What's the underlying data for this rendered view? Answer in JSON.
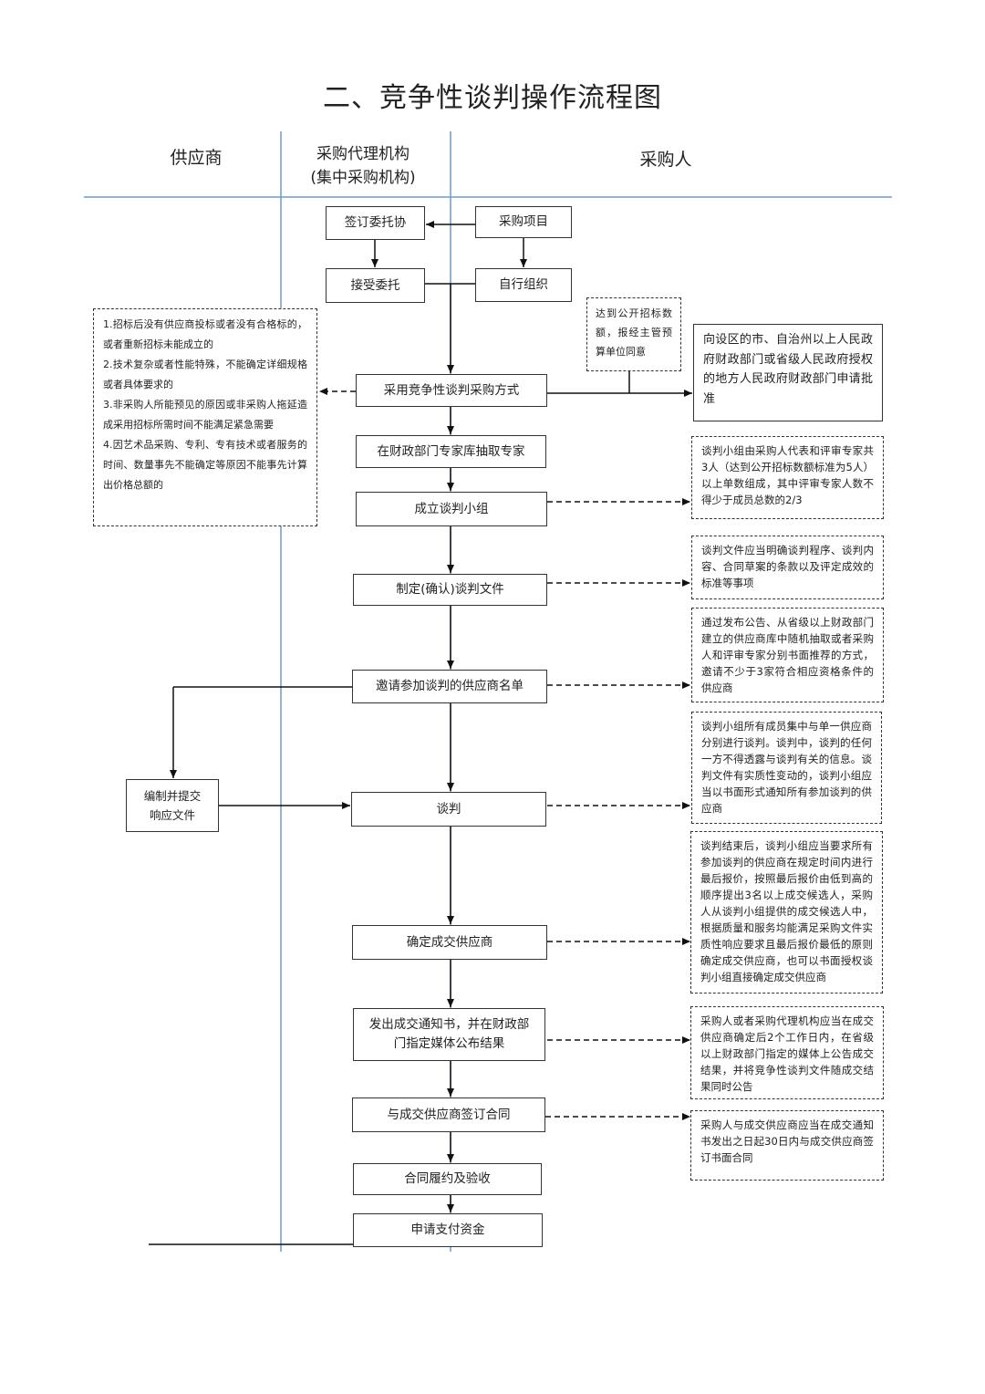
{
  "title": "二、竞争性谈判操作流程图",
  "lanes": {
    "supplier": "供应商",
    "agency_line1": "采购代理机构",
    "agency_line2": "(集中采购机构)",
    "purchaser": "采购人"
  },
  "boxes": {
    "sign_entrust": "签订委托协",
    "purchase_project": "采购项目",
    "accept_entrust": "接受委托",
    "self_organize": "自行组织",
    "adopt_method": "采用竞争性谈判采购方式",
    "extract_experts": "在财政部门专家库抽取专家",
    "form_group": "成立谈判小组",
    "make_docs": "制定(确认)谈判文件",
    "invite_list": "邀请参加谈判的供应商名单",
    "prepare_response_line1": "编制并提交",
    "prepare_response_line2": "响应文件",
    "negotiate": "谈判",
    "determine_supplier": "确定成交供应商",
    "issue_notice_line1": "发出成交通知书，并在财政部",
    "issue_notice_line2": "门指定媒体公布结果",
    "sign_contract": "与成交供应商签订合同",
    "perform_accept": "合同履约及验收",
    "apply_payment": "申请支付资金"
  },
  "notes": {
    "conditions": [
      "1.招标后没有供应商投标或者没有合格标的，或者重新招标未能成立的",
      "2.技术复杂或者性能特殊，不能确定详细规格或者具体要求的",
      "3.非采购人所能预见的原因或非采购人拖延造成采用招标所需时间不能满足紧急需要",
      "4.因艺术品采购、专利、专有技术或者服务的时间、数量事先不能确定等原因不能事先计算出价格总额的"
    ],
    "threshold": "达到公开招标数额，报经主管预算单位同意",
    "approval": "向设区的市、自治州以上人民政府财政部门或省级人民政府授权的地方人民政府财政部门申请批准",
    "group_composition": "谈判小组由采购人代表和评审专家共3人（达到公开招标数额标准为5人）以上单数组成，其中评审专家人数不得少于成员总数的2/3",
    "doc_content": "谈判文件应当明确谈判程序、谈判内容、合同草案的条款以及评定成效的标准等事项",
    "invite_method": "通过发布公告、从省级以上财政部门建立的供应商库中随机抽取或者采购人和评审专家分别书面推荐的方式，邀请不少于3家符合相应资格条件的供应商",
    "negotiation_rule": "谈判小组所有成员集中与单一供应商分别进行谈判。谈判中，谈判的任何一方不得透露与谈判有关的信息。谈判文件有实质性变动的，谈判小组应当以书面形式通知所有参加谈判的供应商",
    "final_quote": "谈判结束后，谈判小组应当要求所有参加谈判的供应商在规定时间内进行最后报价，按照最后报价由低到高的顺序提出3名以上成交候选人，采购人从谈判小组提供的成交候选人中，根据质量和服务均能满足采购文件实质性响应要求且最后报价最低的原则确定成交供应商，也可以书面授权谈判小组直接确定成交供应商",
    "announce": "采购人或者采购代理机构应当在成交供应商确定后2个工作日内，在省级以上财政部门指定的媒体上公告成交结果，并将竞争性谈判文件随成交结果同时公告",
    "contract_deadline": "采购人与成交供应商应当在成交通知书发出之日起30日内与成交供应商签订书面合同"
  }
}
